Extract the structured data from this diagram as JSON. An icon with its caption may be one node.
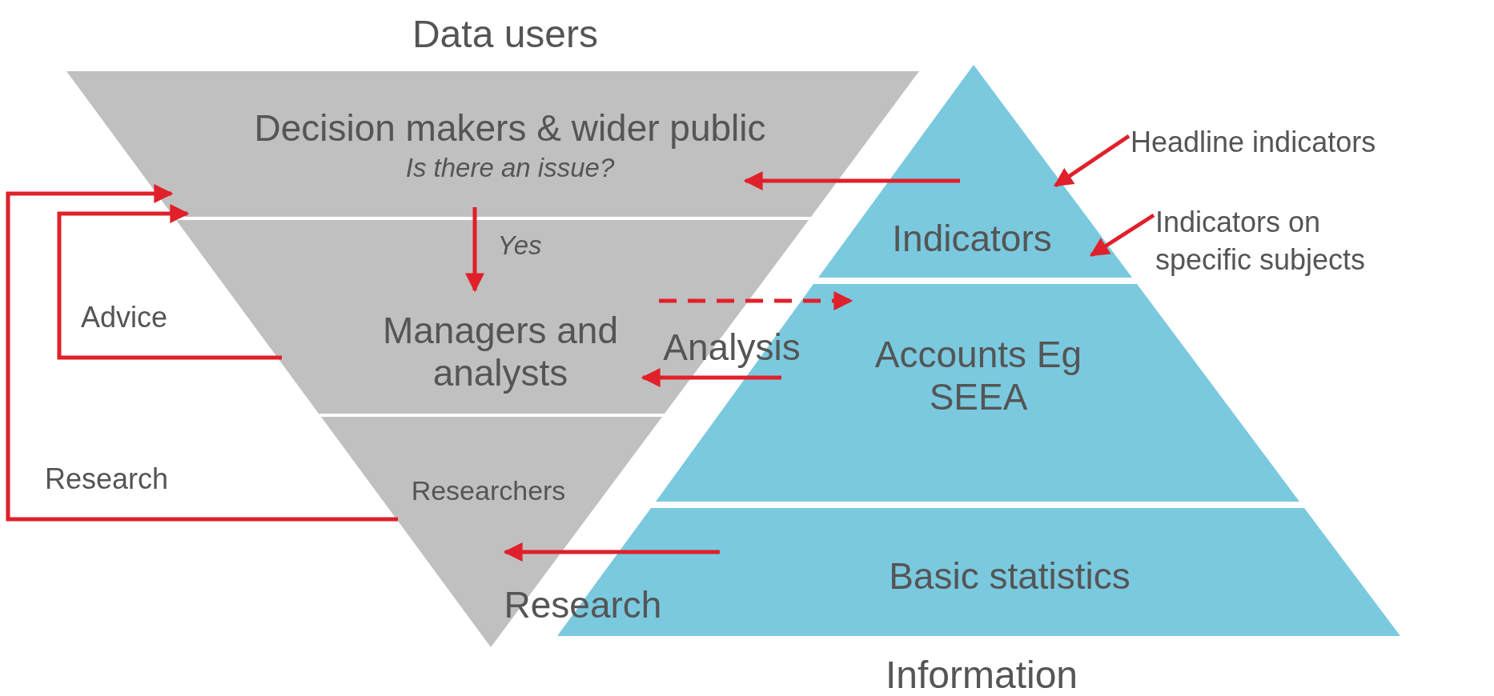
{
  "diagram": {
    "nodes": [
      {
        "text": [
          "Decision makers & wider public",
          "Is there an issue?"
        ]
      },
      {
        "text": [
          "Managers and analysts"
        ]
      },
      {
        "text": [
          "Researchers"
        ]
      },
      {
        "text": [
          "Indicators"
        ]
      },
      {
        "text": [
          "Accounts Eg SEEA"
        ]
      },
      {
        "text": [
          "Basic statistics"
        ]
      },
      {
        "text": [
          "Headline indicators"
        ]
      },
      {
        "text": [
          "Indicators on specific subjects"
        ]
      }
    ],
    "edges": [
      {
        "from": 3,
        "to": 0,
        "arrow": "to"
      },
      {
        "from": 0,
        "to": 1,
        "arrow": "to",
        "label": "Yes"
      },
      {
        "from": 1,
        "to": 4,
        "arrow": "to",
        "style": "dashed"
      },
      {
        "from": 4,
        "to": 1,
        "arrow": "to",
        "label": "Analysis"
      },
      {
        "from": 5,
        "to": 2,
        "arrow": "to",
        "label": "Research"
      },
      {
        "from": 1,
        "to": 0,
        "arrow": "to",
        "label": "Advice"
      },
      {
        "from": 2,
        "to": 0,
        "arrow": "to",
        "label": "Research"
      },
      {
        "from": 6,
        "to": 3,
        "arrow": "to"
      },
      {
        "from": 7,
        "to": 3,
        "arrow": "to"
      }
    ],
    "labels": [
      "Data users",
      "Information"
    ]
  }
}
